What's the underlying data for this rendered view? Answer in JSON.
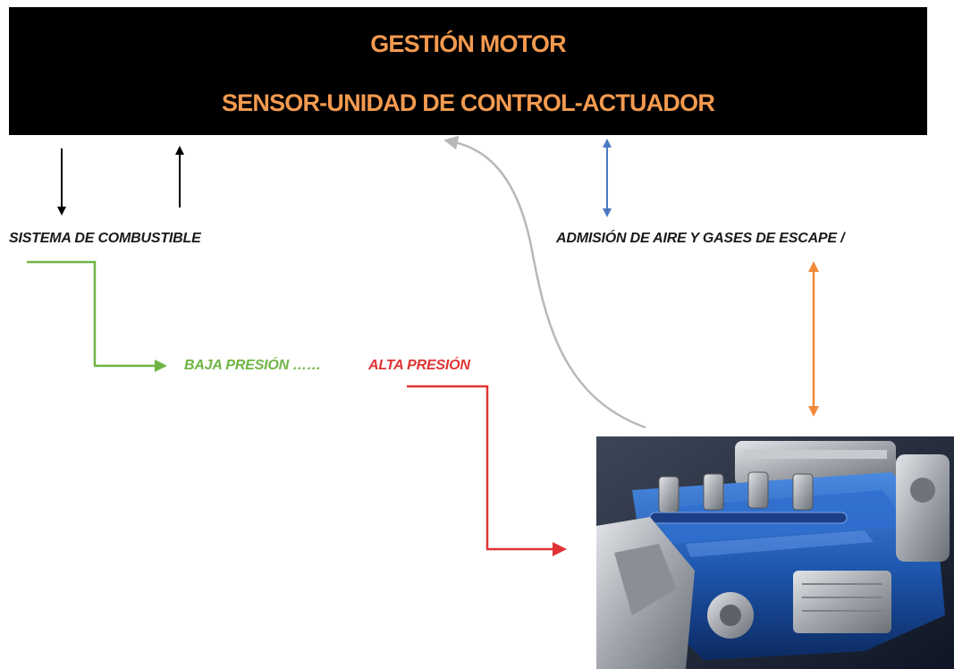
{
  "header": {
    "title": "GESTIÓN MOTOR",
    "subtitle": "SENSOR-UNIDAD DE CONTROL-ACTUADOR"
  },
  "labels": {
    "fuel_system": "SISTEMA DE COMBUSTIBLE",
    "air_exhaust": "ADMISIÓN DE AIRE Y GASES DE ESCAPE /",
    "low_pressure": "BAJA PRESIÓN ……",
    "high_pressure": "ALTA PRESIÓN"
  },
  "colors": {
    "header_bg": "#000000",
    "header_text": "#f39a4f",
    "low_pressure": "#6fb544",
    "high_pressure": "#e03434",
    "air_arrow": "#4a78c2",
    "exhaust_arrow": "#f08a3a",
    "feedback_arrow": "#b8b8b8"
  },
  "image": {
    "subject": "engine-photo"
  }
}
